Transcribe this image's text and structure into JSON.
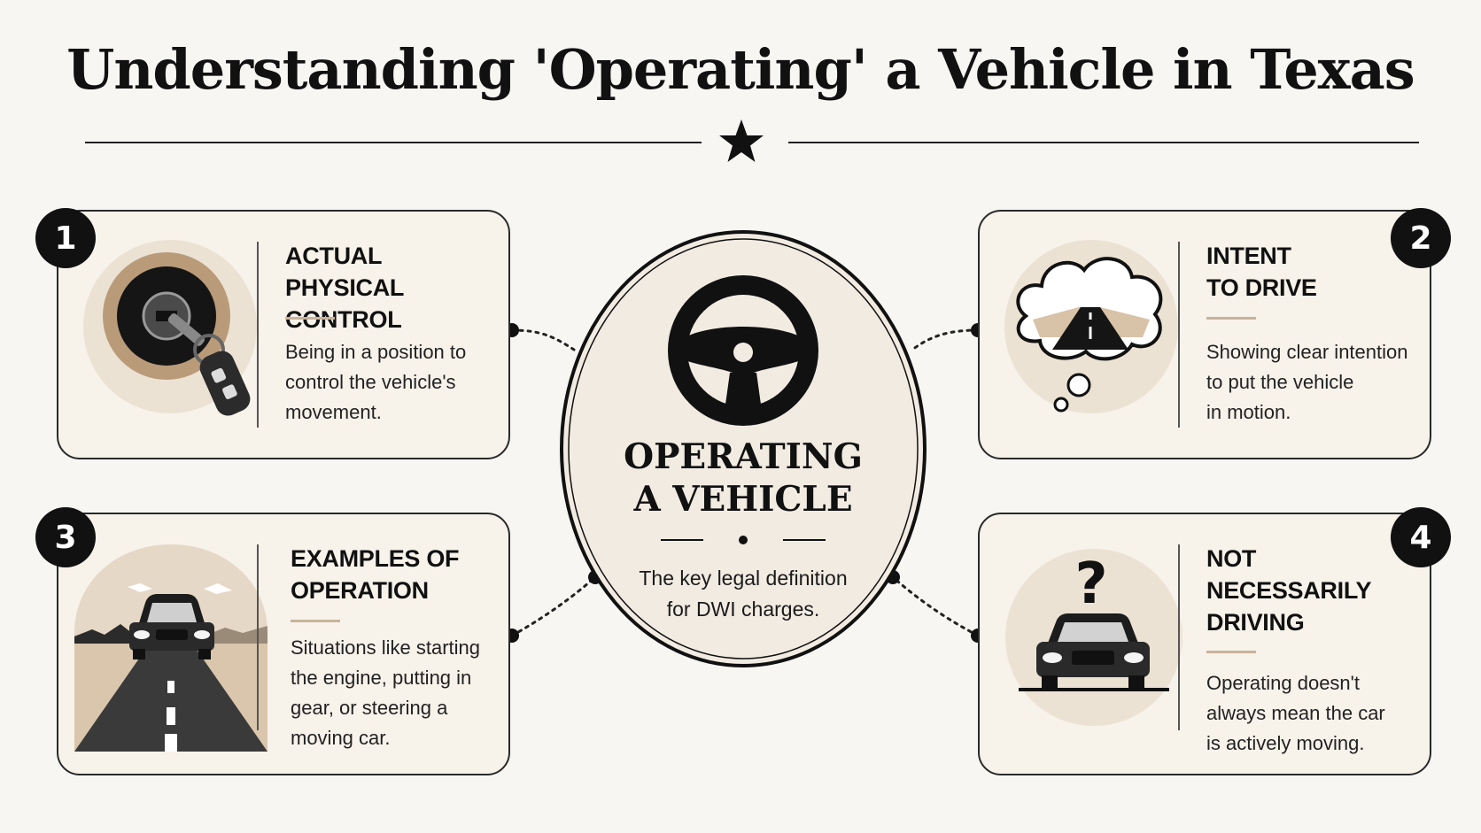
{
  "title": "Understanding 'Operating' a Vehicle in Texas",
  "center": {
    "title_line1": "OPERATING",
    "title_line2": "A VEHICLE",
    "desc_line1": "The key legal definition",
    "desc_line2": "for DWI charges."
  },
  "cards": [
    {
      "number": "1",
      "heading": [
        "ACTUAL",
        "PHYSICAL CONTROL"
      ],
      "desc": [
        "Being in a position to",
        "control the vehicle's",
        "movement."
      ],
      "icon": "ignition-key-icon"
    },
    {
      "number": "2",
      "heading": [
        "INTENT",
        "TO DRIVE"
      ],
      "desc": [
        "Showing clear intention",
        "to put the vehicle",
        "in motion."
      ],
      "icon": "thought-bubble-road-icon"
    },
    {
      "number": "3",
      "heading": [
        "EXAMPLES OF",
        "OPERATION"
      ],
      "desc": [
        "Situations like starting",
        "the engine, putting in",
        "gear, or steering a",
        "moving car."
      ],
      "icon": "car-on-road-icon"
    },
    {
      "number": "4",
      "heading": [
        "NOT",
        "NECESSARILY",
        "DRIVING"
      ],
      "desc": [
        "Operating doesn't",
        "always mean the car",
        "is actively moving."
      ],
      "icon": "parked-car-question-icon"
    }
  ],
  "colors": {
    "background": "#f7f6f3",
    "card": "#f7f2ea",
    "accent": "#c9b39a",
    "ink": "#111111"
  }
}
